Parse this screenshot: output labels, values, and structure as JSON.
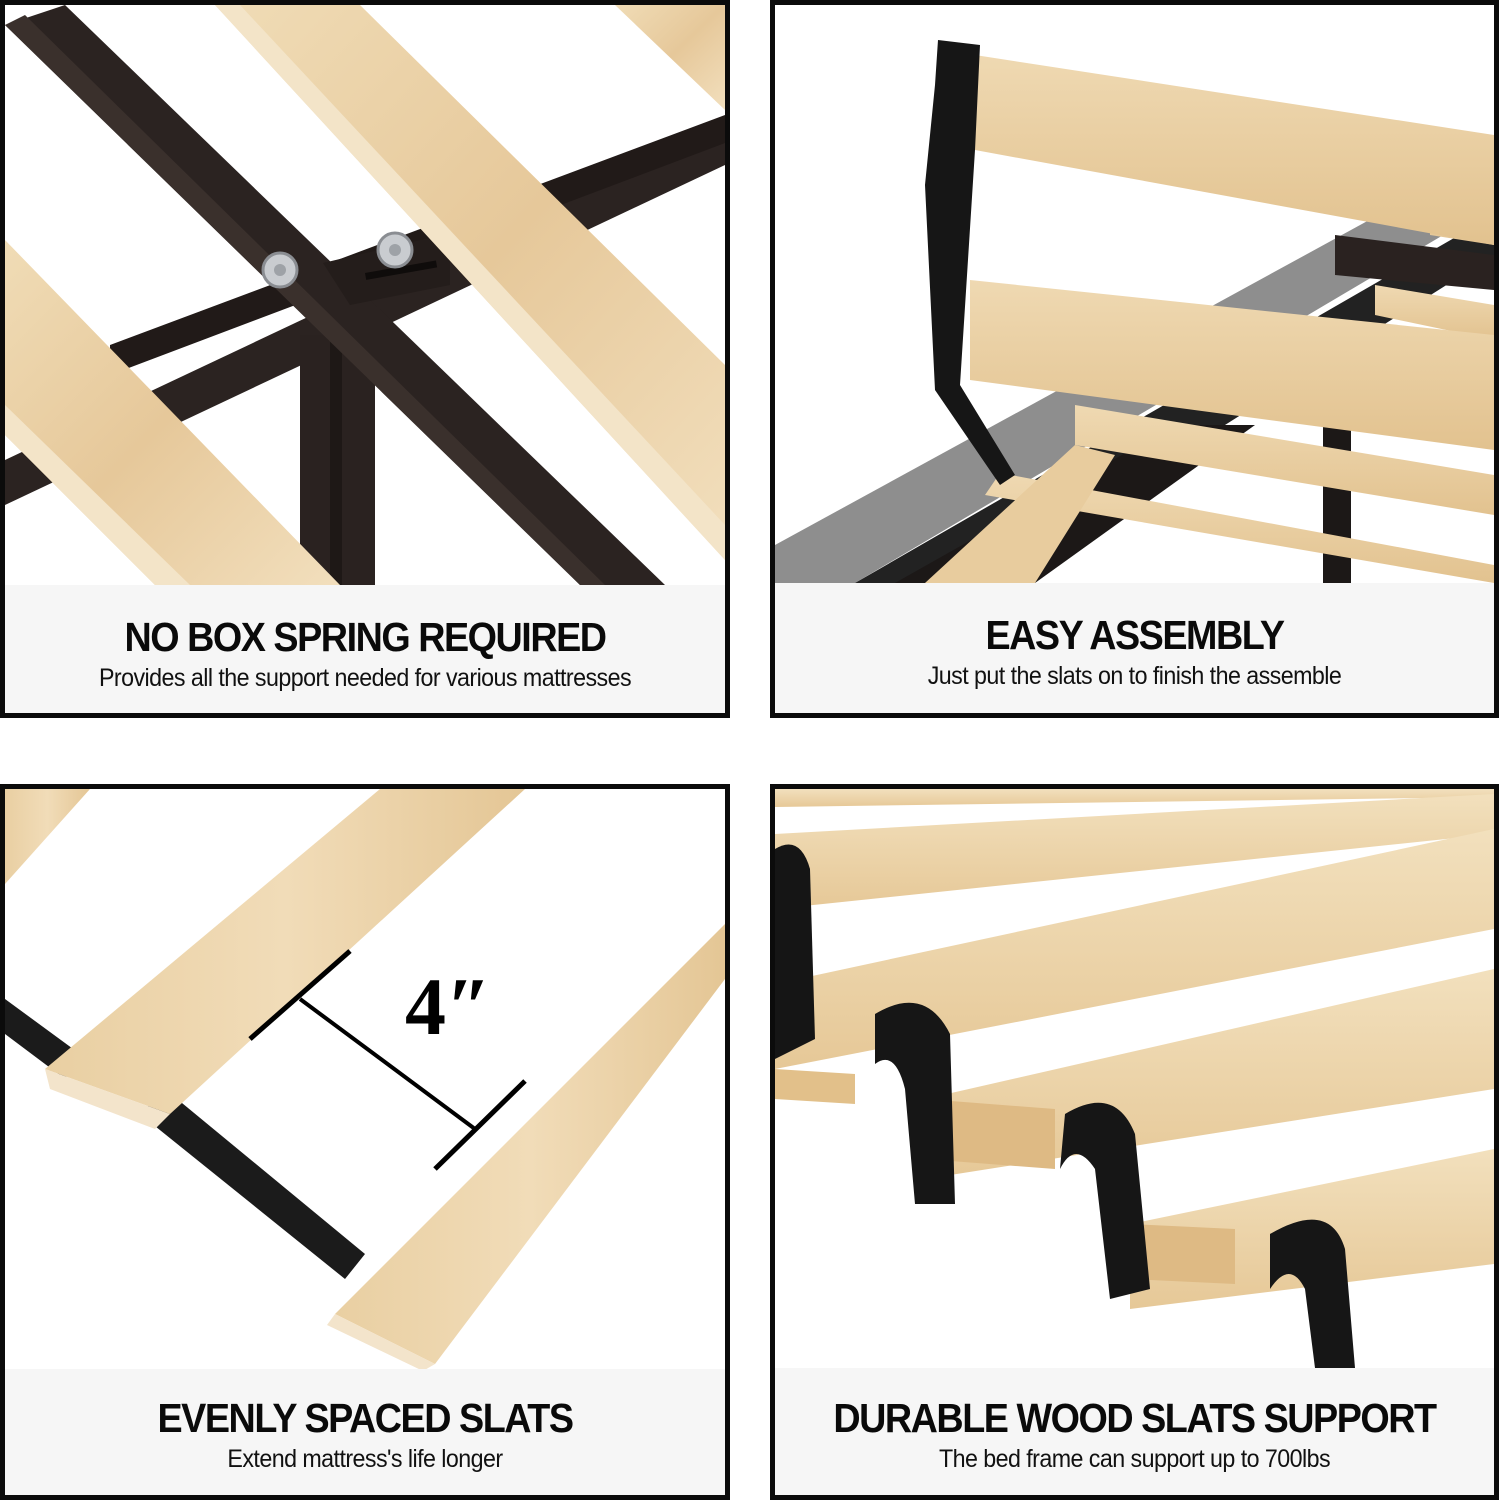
{
  "panels": [
    {
      "id": "no-box-spring",
      "title": "NO BOX SPRING REQUIRED",
      "subtitle": "Provides all the support needed for various mattresses",
      "image": "metal-frame-crossbar-with-bolts-and-wood-slats"
    },
    {
      "id": "easy-assembly",
      "title": "EASY ASSEMBLY",
      "subtitle": "Just put the slats on to finish the assemble",
      "image": "strapped-wood-slats-laid-onto-frame"
    },
    {
      "id": "evenly-spaced",
      "title": "EVENLY SPACED SLATS",
      "subtitle": "Extend mattress's life longer",
      "image": "slats-with-spacing-dimension",
      "dimension_label": "4″"
    },
    {
      "id": "durable-slats",
      "title": "DURABLE WOOD SLATS SUPPORT",
      "subtitle": "The bed frame can support up to 700lbs",
      "image": "wood-slats-joined-by-black-fabric-straps"
    }
  ],
  "colors": {
    "border": "#0b0b0b",
    "caption_bg": "#f6f6f6",
    "wood": "#ecd3a8",
    "wood_dark": "#d9b783",
    "metal": "#2a2220",
    "strap": "#161616",
    "grey_rail": "#8e8e8e"
  }
}
